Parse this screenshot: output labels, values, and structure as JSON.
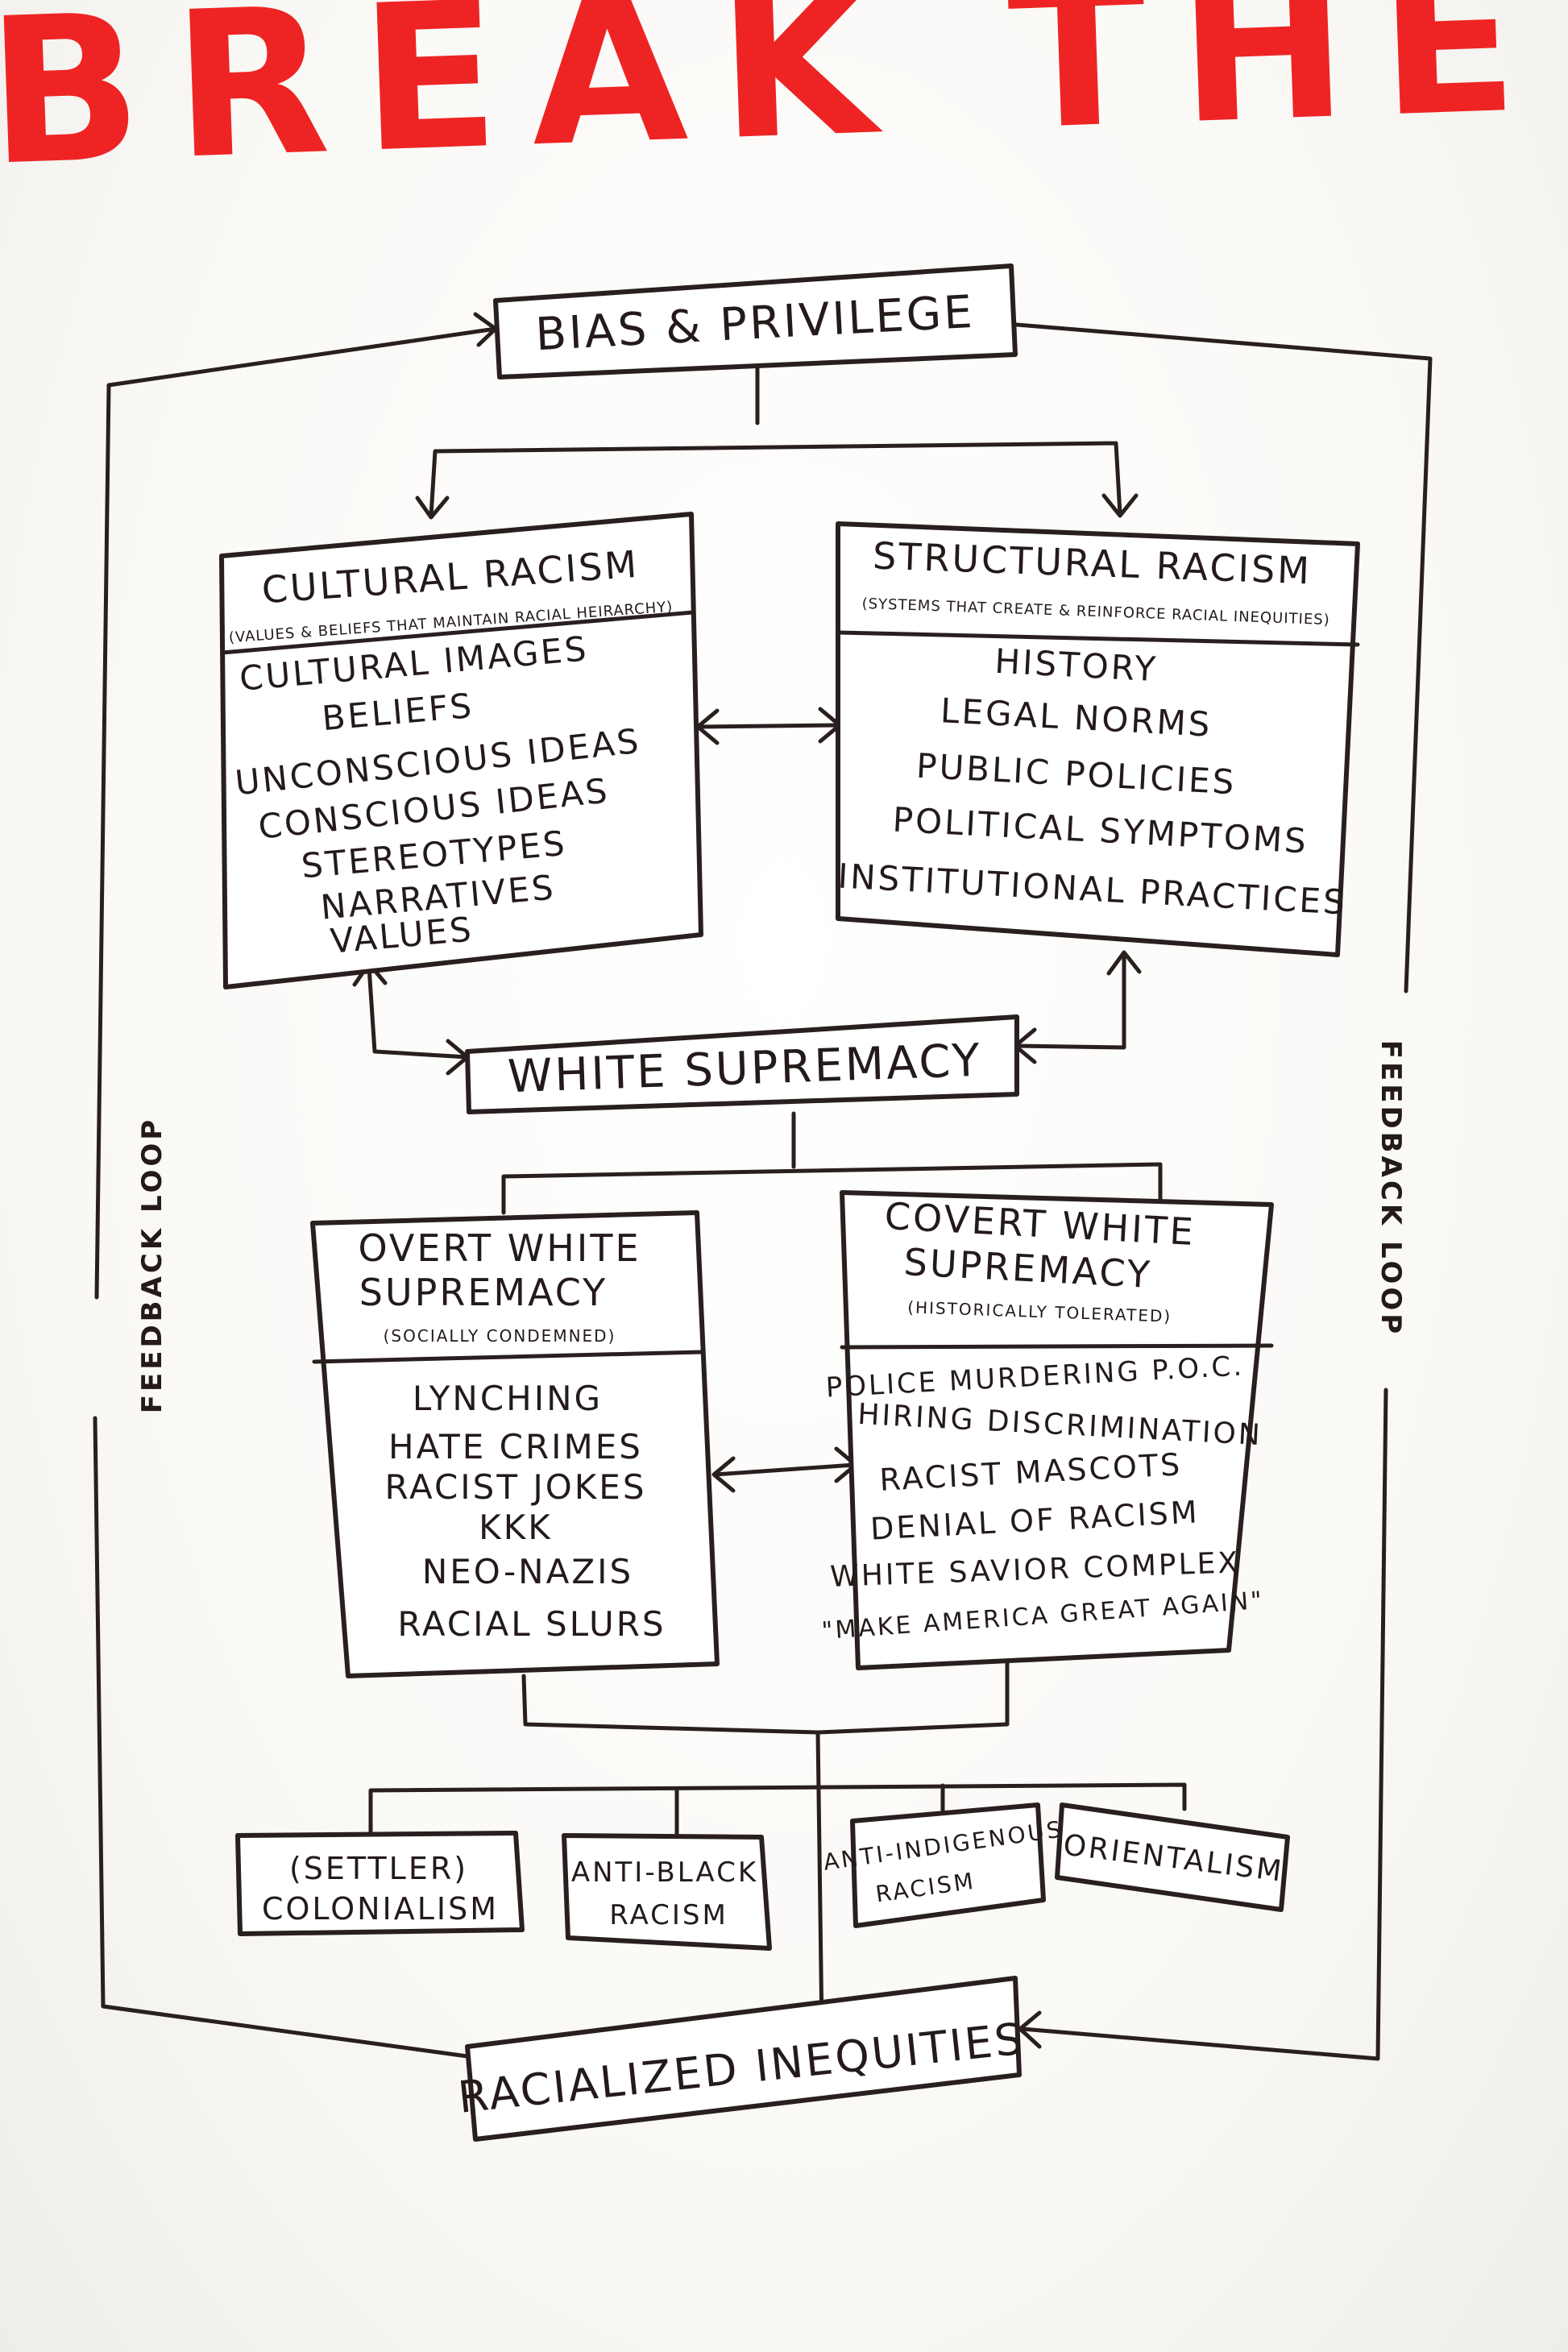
{
  "title": "BREAK THE CYCLE",
  "nodes": {
    "bias_privilege": "BIAS & PRIVILEGE",
    "cultural_racism": {
      "title": "CULTURAL RACISM",
      "subtitle": "(VALUES & BELIEFS THAT MAINTAIN RACIAL HEIRARCHY)",
      "items": [
        "CULTURAL IMAGES",
        "BELIEFS",
        "UNCONSCIOUS IDEAS",
        "CONSCIOUS IDEAS",
        "STEREOTYPES",
        "NARRATIVES",
        "VALUES"
      ]
    },
    "structural_racism": {
      "title": "STRUCTURAL RACISM",
      "subtitle": "(SYSTEMS THAT CREATE & REINFORCE RACIAL INEQUITIES)",
      "items": [
        "HISTORY",
        "LEGAL NORMS",
        "PUBLIC POLICIES",
        "POLITICAL SYMPTOMS",
        "INSTITUTIONAL PRACTICES"
      ]
    },
    "white_supremacy": "WHITE SUPREMACY",
    "overt": {
      "title_1": "OVERT WHITE",
      "title_2": "SUPREMACY",
      "subtitle": "(SOCIALLY CONDEMNED)",
      "items": [
        "LYNCHING",
        "HATE CRIMES",
        "RACIST JOKES",
        "KKK",
        "NEO-NAZIS",
        "RACIAL SLURS"
      ]
    },
    "covert": {
      "title_1": "COVERT WHITE",
      "title_2": "SUPREMACY",
      "subtitle": "(HISTORICALLY TOLERATED)",
      "items": [
        "POLICE MURDERING P.O.C.",
        "HIRING DISCRIMINATION",
        "RACIST MASCOTS",
        "DENIAL OF RACISM",
        "WHITE SAVIOR COMPLEX",
        "\"MAKE AMERICA GREAT AGAIN\""
      ]
    },
    "settler_colonialism": [
      "(SETTLER)",
      "COLONIALISM"
    ],
    "anti_black": [
      "ANTI-BLACK",
      "RACISM"
    ],
    "anti_indigenous": [
      "ANTI-INDIGENOUS",
      "RACISM"
    ],
    "orientalism": "ORIENTALISM",
    "racialized_inequities": "RACIALIZED INEQUITIES"
  },
  "feedback_left": "FEEDBACK LOOP",
  "feedback_right": "FEEDBACK LOOP",
  "colors": {
    "title": "#ee2424",
    "ink": "#2a1f1f"
  }
}
